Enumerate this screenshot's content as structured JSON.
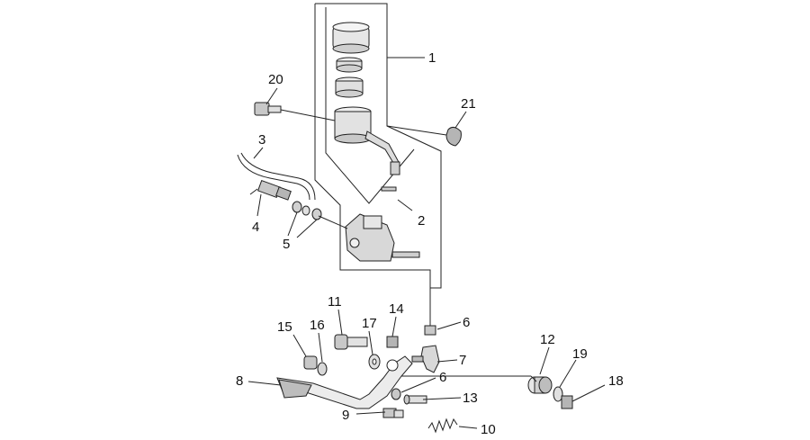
{
  "diagram": {
    "callouts": [
      "1",
      "2",
      "3",
      "4",
      "5",
      "6",
      "7",
      "8",
      "9",
      "10",
      "11",
      "12",
      "13",
      "14",
      "15",
      "16",
      "17",
      "18",
      "19",
      "20",
      "21",
      "6"
    ]
  },
  "colors": {
    "line": "#222222",
    "part_fill": "#e6e6e6",
    "part_dark": "#b5b5b5",
    "background": "#ffffff"
  }
}
